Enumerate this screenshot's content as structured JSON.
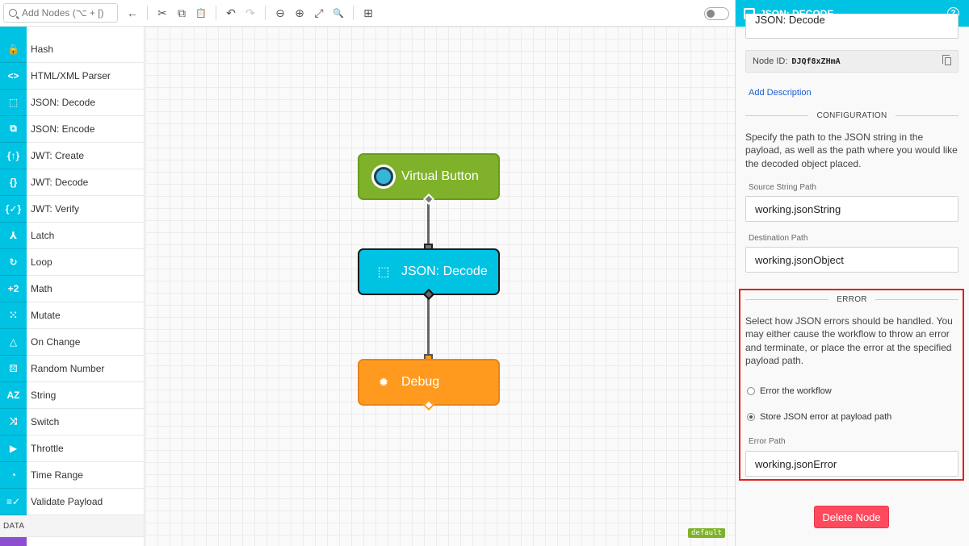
{
  "toolbar": {
    "search_placeholder": "Add Nodes (⌥ + [)",
    "buttons": [
      {
        "icon": "collapse-arrow-icon",
        "glyph": "←"
      },
      {
        "icon": "scissors-icon",
        "glyph": "✂"
      },
      {
        "icon": "copy-icon",
        "glyph": "⧉"
      },
      {
        "icon": "paste-icon",
        "glyph": "📋"
      },
      {
        "icon": "undo-icon",
        "glyph": "↶"
      },
      {
        "icon": "redo-icon",
        "glyph": "↷"
      },
      {
        "icon": "zoom-out-icon",
        "glyph": "⊖"
      },
      {
        "icon": "zoom-in-icon",
        "glyph": "⊕"
      },
      {
        "icon": "fit-screen-icon",
        "glyph": "⤢"
      },
      {
        "icon": "zoom-reset-icon",
        "glyph": "🔍"
      },
      {
        "icon": "add-comment-icon",
        "glyph": "⊞"
      }
    ]
  },
  "sidebar": {
    "items": [
      {
        "label": "Hash",
        "glyph": "🔒",
        "icon": "lock-icon"
      },
      {
        "label": "HTML/XML Parser",
        "glyph": "<>",
        "icon": "code-icon"
      },
      {
        "label": "JSON: Decode",
        "glyph": "⬚",
        "icon": "json-decode-icon"
      },
      {
        "label": "JSON: Encode",
        "glyph": "⧉",
        "icon": "json-encode-icon"
      },
      {
        "label": "JWT: Create",
        "glyph": "{↑}",
        "icon": "jwt-create-icon"
      },
      {
        "label": "JWT: Decode",
        "glyph": "{}",
        "icon": "jwt-decode-icon"
      },
      {
        "label": "JWT: Verify",
        "glyph": "{✓}",
        "icon": "jwt-verify-icon"
      },
      {
        "label": "Latch",
        "glyph": "⅄",
        "icon": "latch-icon"
      },
      {
        "label": "Loop",
        "glyph": "↻",
        "icon": "loop-icon"
      },
      {
        "label": "Math",
        "glyph": "+2",
        "icon": "math-icon"
      },
      {
        "label": "Mutate",
        "glyph": "⁙",
        "icon": "mutate-icon"
      },
      {
        "label": "On Change",
        "glyph": "△",
        "icon": "triangle-icon"
      },
      {
        "label": "Random Number",
        "glyph": "⚄",
        "icon": "dice-icon"
      },
      {
        "label": "String",
        "glyph": "AZ",
        "icon": "string-icon"
      },
      {
        "label": "Switch",
        "glyph": "⤨",
        "icon": "shuffle-icon"
      },
      {
        "label": "Throttle",
        "glyph": "▶",
        "icon": "throttle-icon"
      },
      {
        "label": "Time Range",
        "glyph": "◔",
        "icon": "clock-icon"
      },
      {
        "label": "Validate Payload",
        "glyph": "≡✓",
        "icon": "checklist-icon"
      }
    ],
    "section_label": "DATA"
  },
  "canvas": {
    "nodes": {
      "virtual_button": "Virtual Button",
      "json_decode": "JSON: Decode",
      "debug": "Debug"
    },
    "badge": "default"
  },
  "panel": {
    "title": "JSON: DECODE",
    "node_name": "JSON: Decode",
    "node_id_label": "Node ID:",
    "node_id": "DJQf8xZHmA",
    "add_description": "Add Description",
    "configuration_heading": "CONFIGURATION",
    "configuration_text": "Specify the path to the JSON string in the payload, as well as the path where you would like the decoded object placed.",
    "source_label": "Source String Path",
    "source_value": "working.jsonString",
    "destination_label": "Destination Path",
    "destination_value": "working.jsonObject",
    "error_heading": "ERROR",
    "error_text": "Select how JSON errors should be handled. You may either cause the workflow to throw an error and terminate, or place the error at the specified payload path.",
    "radio_error_workflow": "Error the workflow",
    "radio_store_error": "Store JSON error at payload path",
    "error_path_label": "Error Path",
    "error_path_value": "working.jsonError",
    "delete_button": "Delete Node"
  },
  "colors": {
    "accent": "#00c3e3",
    "virtual_button_node": "#7fb22a",
    "debug_node": "#ff9a1f",
    "delete": "#ff4a5e",
    "error_highlight": "#e02020"
  }
}
